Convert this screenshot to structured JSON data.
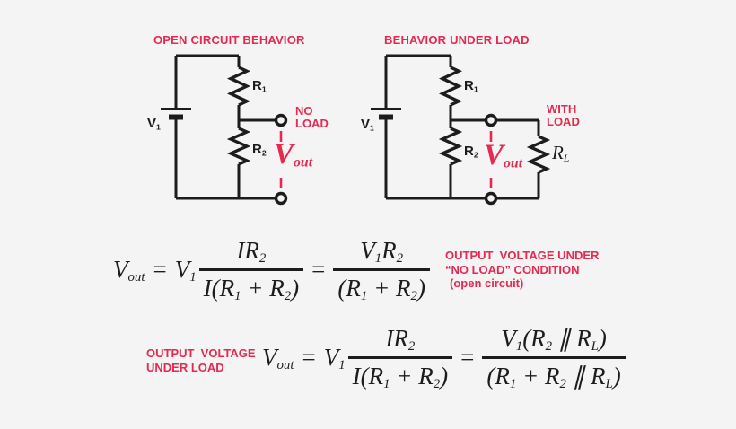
{
  "meta": {
    "background": "#f5f4f5",
    "accent_red": "#e5294f",
    "ink_black": "#1c1c1c"
  },
  "open_circuit": {
    "title": "OPEN CIRCUIT BEHAVIOR",
    "source": {
      "base": "V",
      "sub": "1"
    },
    "r1": {
      "base": "R",
      "sub": "1"
    },
    "r2": {
      "base": "R",
      "sub": "2"
    },
    "note": {
      "line1": "NO",
      "line2": "LOAD"
    },
    "vout": {
      "base": "V",
      "sub": "out"
    }
  },
  "under_load": {
    "title": "BEHAVIOR UNDER LOAD",
    "source": {
      "base": "V",
      "sub": "1"
    },
    "r1": {
      "base": "R",
      "sub": "1"
    },
    "r2": {
      "base": "R",
      "sub": "2"
    },
    "rl": {
      "base": "R",
      "sub": "L"
    },
    "note": {
      "line1": "WITH",
      "line2": "LOAD"
    },
    "vout": {
      "base": "V",
      "sub": "out"
    }
  },
  "eq_no_load": {
    "lhs": {
      "base": "V",
      "sub": "out"
    },
    "equals1": "=",
    "coef": {
      "base": "V",
      "sub": "1"
    },
    "frac1": {
      "num": {
        "a": "IR",
        "a_sub": "2"
      },
      "den": {
        "a": "I(R",
        "a_sub": "1",
        "b": " + R",
        "b_sub": "2",
        "c": ")"
      }
    },
    "equals2": "=",
    "frac2": {
      "num": {
        "a": "V",
        "a_sub": "1",
        "b": "R",
        "b_sub": "2"
      },
      "den": {
        "a": "(R",
        "a_sub": "1",
        "b": " + R",
        "b_sub": "2",
        "c": ")"
      }
    },
    "note": {
      "line1": "OUTPUT  VOLTAGE UNDER",
      "line2": "“NO LOAD” CONDITION",
      "line3": "(open circuit)"
    }
  },
  "eq_under_load": {
    "label": {
      "line1": "OUTPUT  VOLTAGE",
      "line2": "UNDER LOAD"
    },
    "lhs": {
      "base": "V",
      "sub": "out"
    },
    "equals1": "=",
    "coef": {
      "base": "V",
      "sub": "1"
    },
    "frac1": {
      "num": {
        "a": "IR",
        "a_sub": "2"
      },
      "den": {
        "a": "I(R",
        "a_sub": "1",
        "b": " + R",
        "b_sub": "2",
        "c": ")"
      }
    },
    "equals2": "=",
    "frac2": {
      "num": {
        "a": "V",
        "a_sub": "1",
        "b": "(R",
        "b_sub": "2",
        "c": " ∥ R",
        "c_sub": "L",
        "d": ")"
      },
      "den": {
        "a": "(R",
        "a_sub": "1",
        "b": " + R",
        "b_sub": "2",
        "c": " ∥ R",
        "c_sub": "L",
        "d": ")"
      }
    }
  }
}
